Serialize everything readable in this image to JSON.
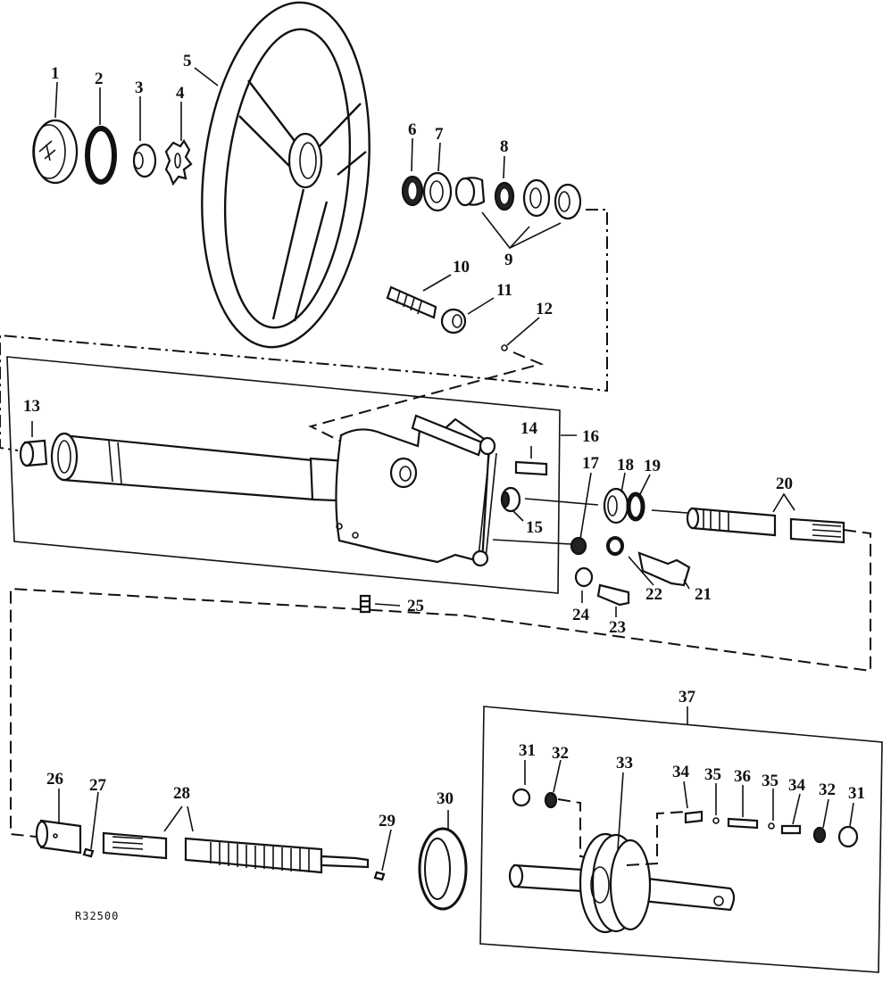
{
  "diagram": {
    "type": "exploded parts view",
    "reference_code": "R32500",
    "callouts": [
      {
        "id": "1"
      },
      {
        "id": "2"
      },
      {
        "id": "3"
      },
      {
        "id": "4"
      },
      {
        "id": "5"
      },
      {
        "id": "6"
      },
      {
        "id": "7"
      },
      {
        "id": "8"
      },
      {
        "id": "9"
      },
      {
        "id": "10"
      },
      {
        "id": "11"
      },
      {
        "id": "12"
      },
      {
        "id": "13"
      },
      {
        "id": "14"
      },
      {
        "id": "15"
      },
      {
        "id": "16"
      },
      {
        "id": "17"
      },
      {
        "id": "18"
      },
      {
        "id": "19"
      },
      {
        "id": "20"
      },
      {
        "id": "21"
      },
      {
        "id": "22"
      },
      {
        "id": "23"
      },
      {
        "id": "24"
      },
      {
        "id": "25"
      },
      {
        "id": "26"
      },
      {
        "id": "27"
      },
      {
        "id": "28"
      },
      {
        "id": "29"
      },
      {
        "id": "30"
      },
      {
        "id": "31"
      },
      {
        "id": "32"
      },
      {
        "id": "33"
      },
      {
        "id": "34"
      },
      {
        "id": "35"
      },
      {
        "id": "36"
      },
      {
        "id": "35"
      },
      {
        "id": "34"
      },
      {
        "id": "32"
      },
      {
        "id": "31"
      },
      {
        "id": "37"
      }
    ],
    "colors": {
      "ink": "#111111",
      "paper": "#ffffff"
    }
  }
}
